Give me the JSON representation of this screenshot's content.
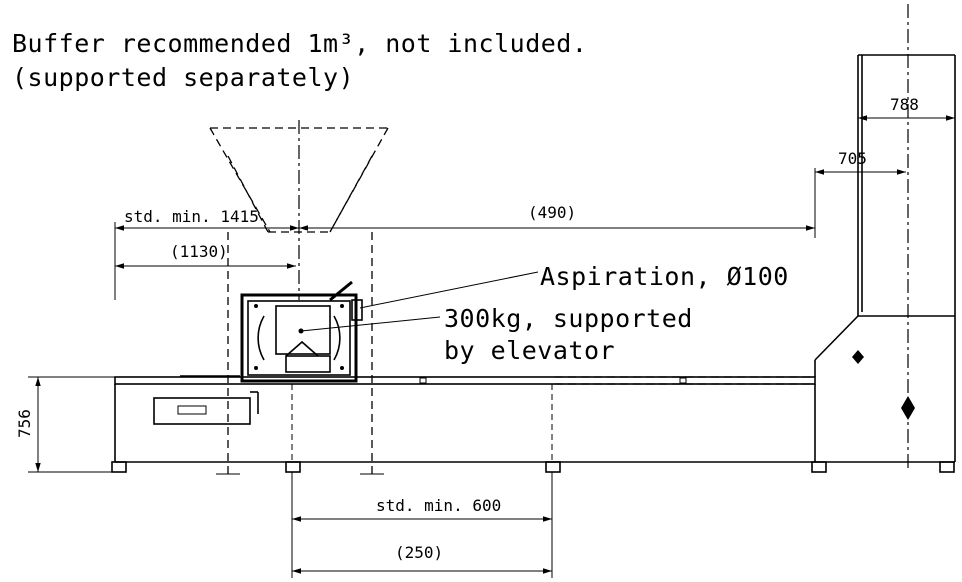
{
  "notes": {
    "buffer_line1": "Buffer recommended 1m³, not included.",
    "buffer_line2": "(supported separately)",
    "aspiration": "Aspiration, Ø100",
    "weight_line1": "300kg, supported",
    "weight_line2": "by elevator"
  },
  "dimensions": {
    "std_min_1415": "std. min. 1415",
    "d_1130": "(1130)",
    "d_490": "(490)",
    "d_705": "705",
    "d_788": "788",
    "d_756": "756",
    "std_min_600": "std. min. 600",
    "d_250": "(250)"
  }
}
